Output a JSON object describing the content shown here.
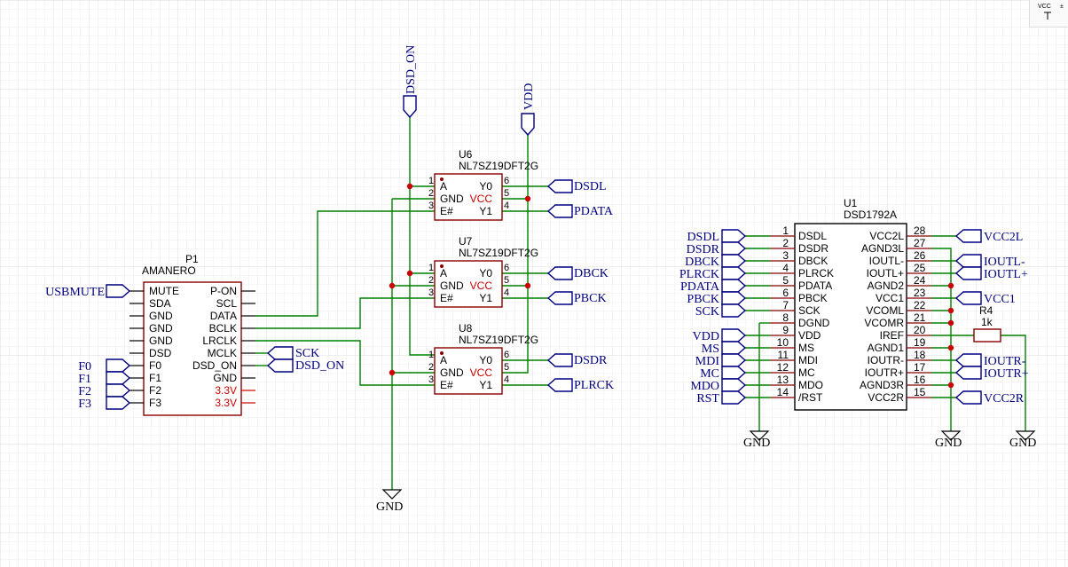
{
  "colors": {
    "wire": "#008000",
    "body": "#880000",
    "pinline": "#880000",
    "pinname": "#000000",
    "pinnum": "#000000",
    "power_pin": "#cc0000",
    "netflag": "#000080",
    "junction": "#cc0000",
    "grid": "#e8e8e8",
    "grid_major": "#d0d0d0"
  },
  "corner": {
    "label": "VCC"
  },
  "nets": {
    "dsd_on": "DSD_ON",
    "vdd": "VDD",
    "gnd": "GND"
  },
  "p1": {
    "ref": "P1",
    "value": "AMANERO",
    "left_pins": [
      "MUTE",
      "SDA",
      "GND",
      "GND",
      "GND",
      "DSD",
      "F0",
      "F1",
      "F2",
      "F3"
    ],
    "right_pins": [
      "P-ON",
      "SCL",
      "DATA",
      "BCLK",
      "LRCLK",
      "MCLK",
      "DSD_ON",
      "GND",
      "3.3V",
      "3.3V"
    ],
    "left_flags": {
      "mute": "USBMUTE",
      "f0": "F0",
      "f1": "F1",
      "f2": "F2",
      "f3": "F3"
    },
    "right_flags": {
      "sck": "SCK",
      "dsd_on": "DSD_ON"
    }
  },
  "u6": {
    "ref": "U6",
    "value": "NL7SZ19DFT2G",
    "outputs": {
      "y0": "DSDL",
      "y1": "PDATA"
    }
  },
  "u7": {
    "ref": "U7",
    "value": "NL7SZ19DFT2G",
    "outputs": {
      "y0": "DBCK",
      "y1": "PBCK"
    }
  },
  "u8": {
    "ref": "U8",
    "value": "NL7SZ19DFT2G",
    "outputs": {
      "y0": "DSDR",
      "y1": "PLRCK"
    }
  },
  "demux_pins": {
    "left": [
      {
        "num": "1",
        "name": "A"
      },
      {
        "num": "2",
        "name": "GND"
      },
      {
        "num": "3",
        "name": "E#"
      }
    ],
    "right": [
      {
        "num": "6",
        "name": "Y0"
      },
      {
        "num": "5",
        "name": "VCC"
      },
      {
        "num": "4",
        "name": "Y1"
      }
    ]
  },
  "u1": {
    "ref": "U1",
    "value": "DSD1792A",
    "left_pins": [
      {
        "num": "1",
        "name": "DSDL"
      },
      {
        "num": "2",
        "name": "DSDR"
      },
      {
        "num": "3",
        "name": "DBCK"
      },
      {
        "num": "4",
        "name": "PLRCK"
      },
      {
        "num": "5",
        "name": "PDATA"
      },
      {
        "num": "6",
        "name": "PBCK"
      },
      {
        "num": "7",
        "name": "SCK"
      },
      {
        "num": "8",
        "name": "DGND"
      },
      {
        "num": "9",
        "name": "VDD"
      },
      {
        "num": "10",
        "name": "MS"
      },
      {
        "num": "11",
        "name": "MDI"
      },
      {
        "num": "12",
        "name": "MC"
      },
      {
        "num": "13",
        "name": "MDO"
      },
      {
        "num": "14",
        "name": "/RST"
      }
    ],
    "right_pins": [
      {
        "num": "28",
        "name": "VCC2L"
      },
      {
        "num": "27",
        "name": "AGND3L"
      },
      {
        "num": "26",
        "name": "IOUTL-"
      },
      {
        "num": "25",
        "name": "IOUTL+"
      },
      {
        "num": "24",
        "name": "AGND2"
      },
      {
        "num": "23",
        "name": "VCC1"
      },
      {
        "num": "22",
        "name": "VCOML"
      },
      {
        "num": "21",
        "name": "VCOMR"
      },
      {
        "num": "20",
        "name": "IREF"
      },
      {
        "num": "19",
        "name": "AGND1"
      },
      {
        "num": "18",
        "name": "IOUTR-"
      },
      {
        "num": "17",
        "name": "IOUTR+"
      },
      {
        "num": "16",
        "name": "AGND3R"
      },
      {
        "num": "15",
        "name": "VCC2R"
      }
    ],
    "left_flags": [
      "DSDL",
      "DSDR",
      "DBCK",
      "PLRCK",
      "PDATA",
      "PBCK",
      "SCK",
      "",
      "VDD",
      "MS",
      "MDI",
      "MC",
      "MDO",
      "RST"
    ],
    "right_flags": {
      "28": "VCC2L",
      "26": "IOUTL-",
      "25": "IOUTL+",
      "23": "VCC1",
      "18": "IOUTR-",
      "17": "IOUTR+",
      "15": "VCC2R"
    }
  },
  "r4": {
    "ref": "R4",
    "value": "1k"
  }
}
